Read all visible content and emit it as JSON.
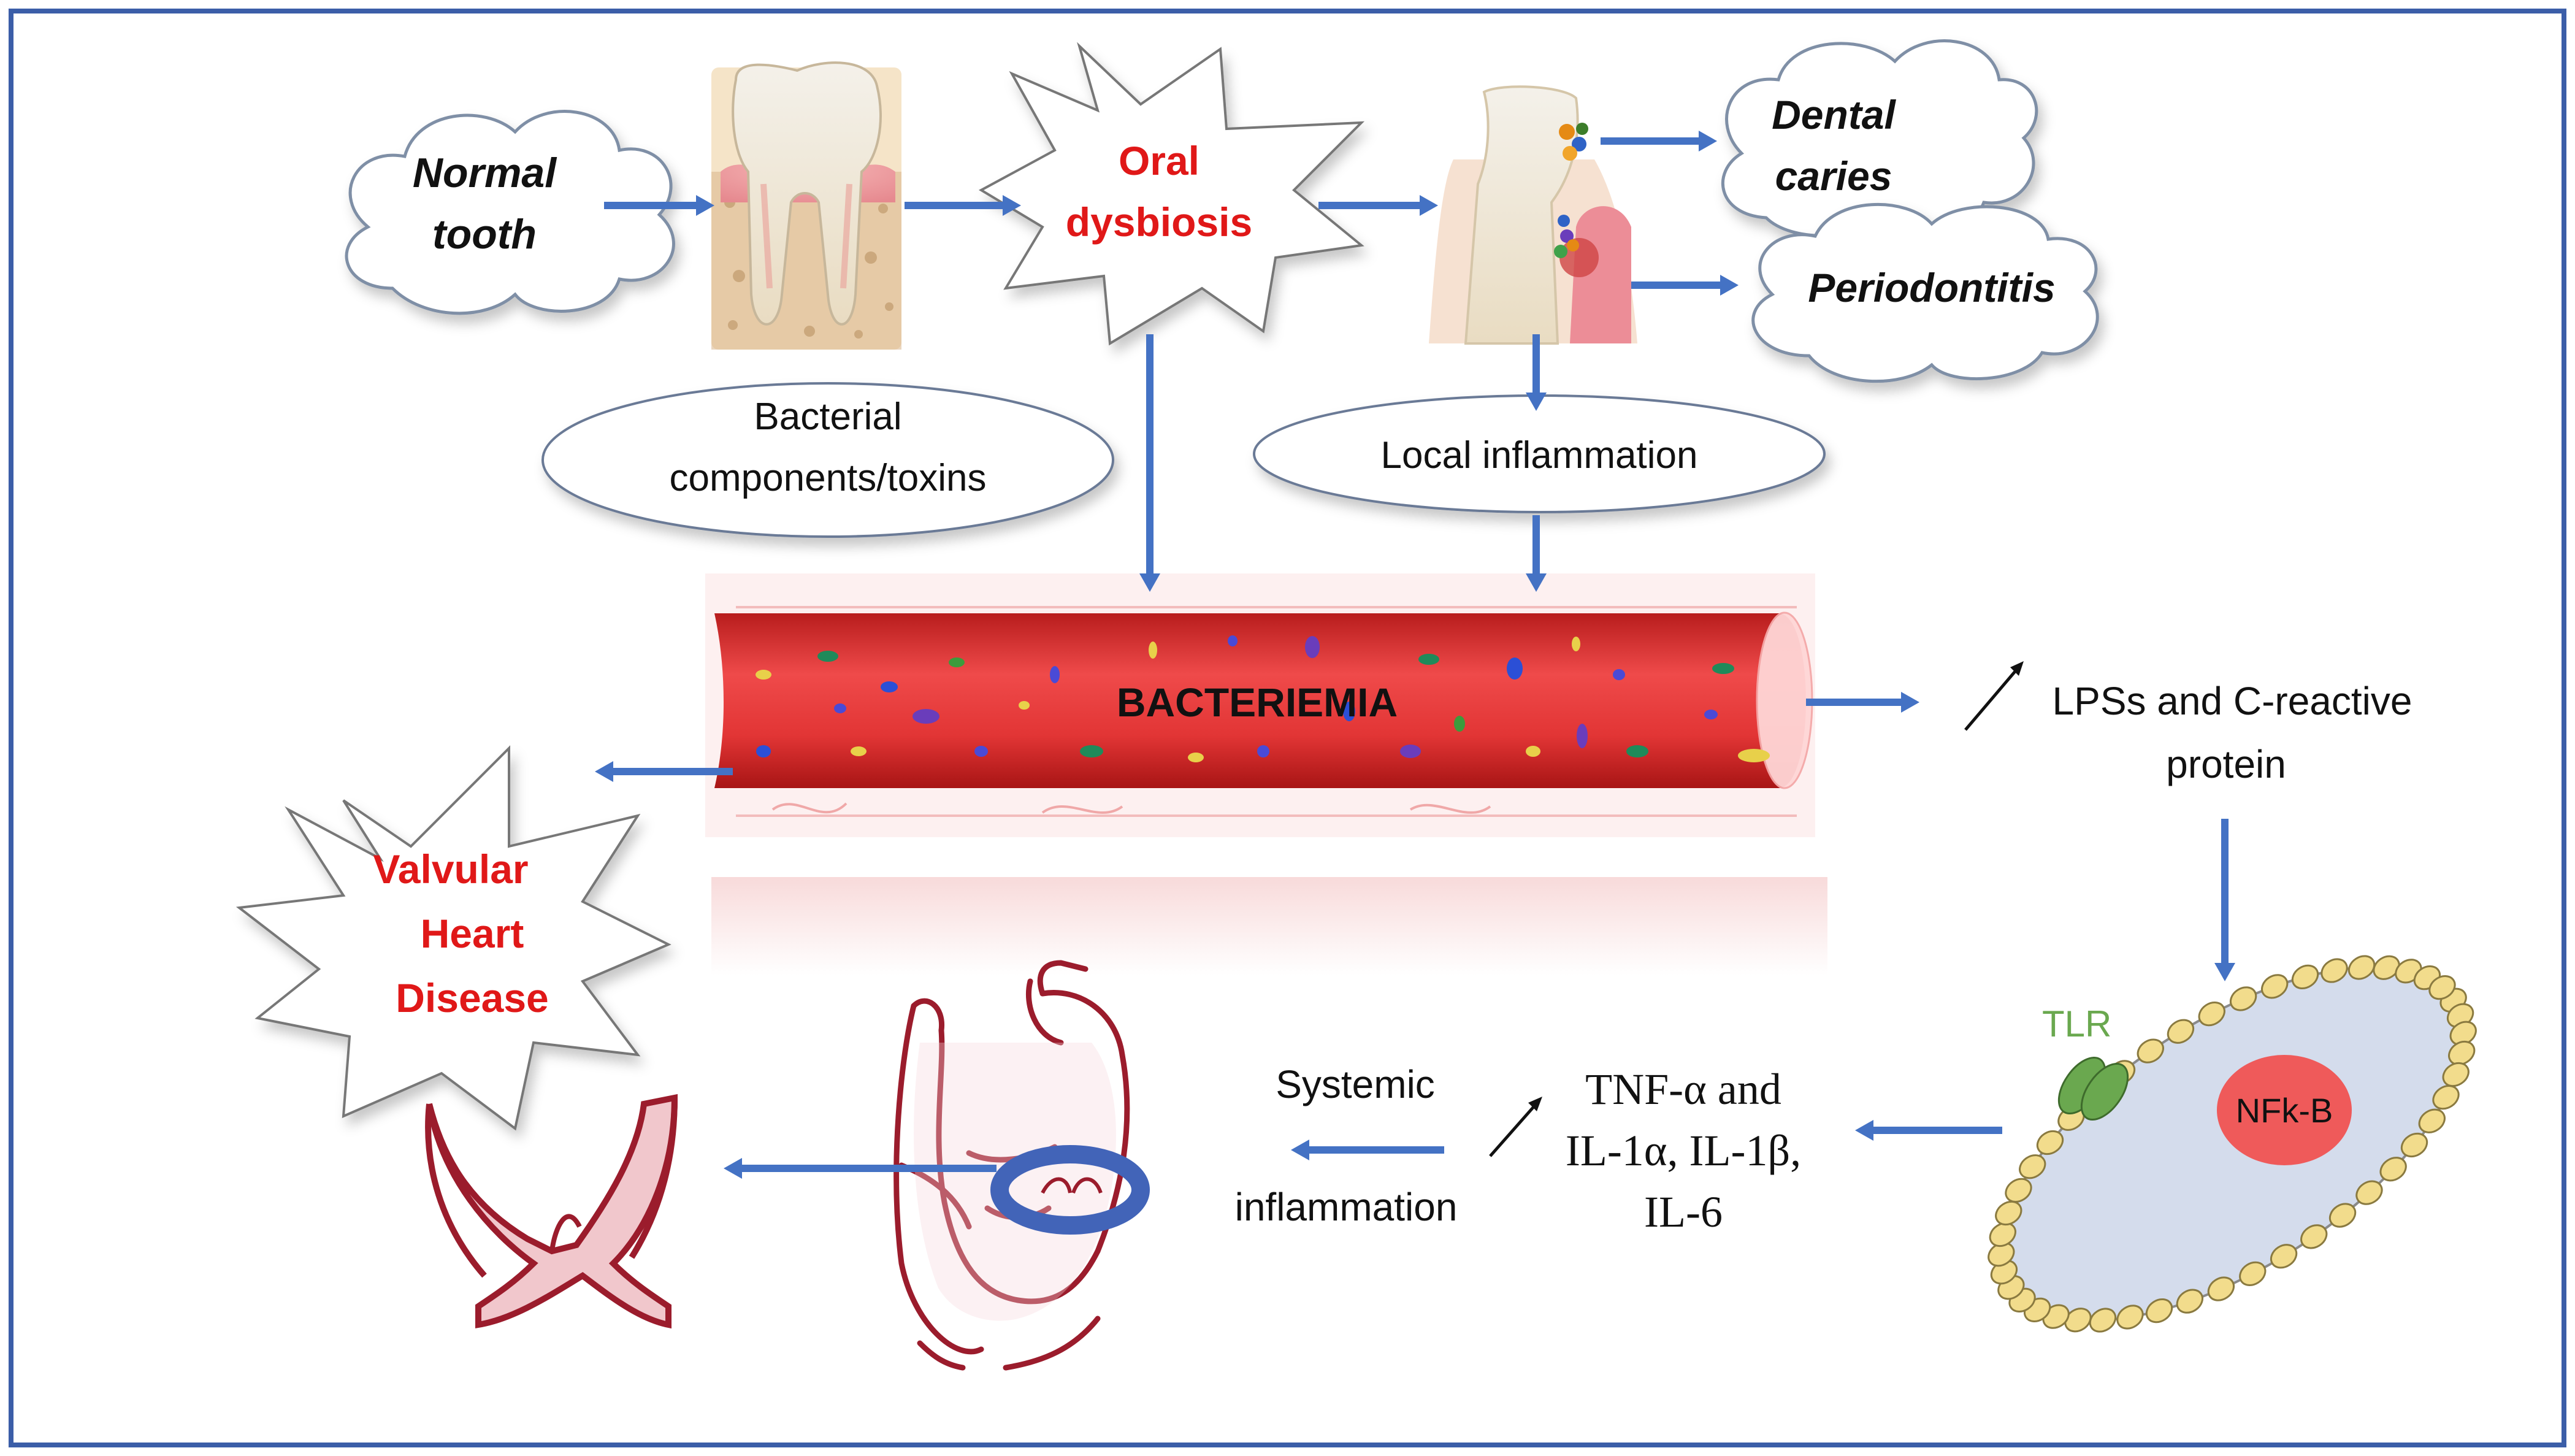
{
  "colors": {
    "frame": "#3b5ea8",
    "arrow": "#4472c4",
    "alert_text": "#e01818",
    "vessel": "#e53b3b",
    "vessel_dark": "#b91c1c",
    "cell_fill": "#d4dcec",
    "cell_bead": "#f2dc8c",
    "nucleus": "#ef5a5a",
    "tlr": "#6aa84f",
    "heart": "#9b1c2c"
  },
  "clouds": {
    "normal_tooth": [
      "Normal",
      "tooth"
    ],
    "dental_caries": [
      "Dental",
      "caries"
    ],
    "periodontitis": [
      "Periodontitis"
    ]
  },
  "bursts": {
    "oral_dysbiosis": [
      "Oral",
      "dysbiosis"
    ],
    "valvular_heart_disease": [
      "Valvular",
      "Heart",
      "Disease"
    ]
  },
  "ellipses": {
    "bacterial_components": [
      "Bacterial",
      "components/toxins"
    ],
    "local_inflammation": [
      "Local inflammation"
    ]
  },
  "vessel_label": "BACTERIEMIA",
  "lps_label": [
    "LPSs and C-reactive",
    "protein"
  ],
  "cell": {
    "receptor": "TLR",
    "nucleus": "NFk-B"
  },
  "cytokines": [
    "TNF-α and",
    "IL-1α, IL-1β,",
    "IL-6"
  ],
  "systemic_inflammation": [
    "Systemic",
    "inflammation"
  ],
  "icons": [
    "tooth-healthy-illustration",
    "tooth-decayed-illustration",
    "heart-illustration",
    "valve-leaflets-illustration",
    "cell-illustration"
  ]
}
